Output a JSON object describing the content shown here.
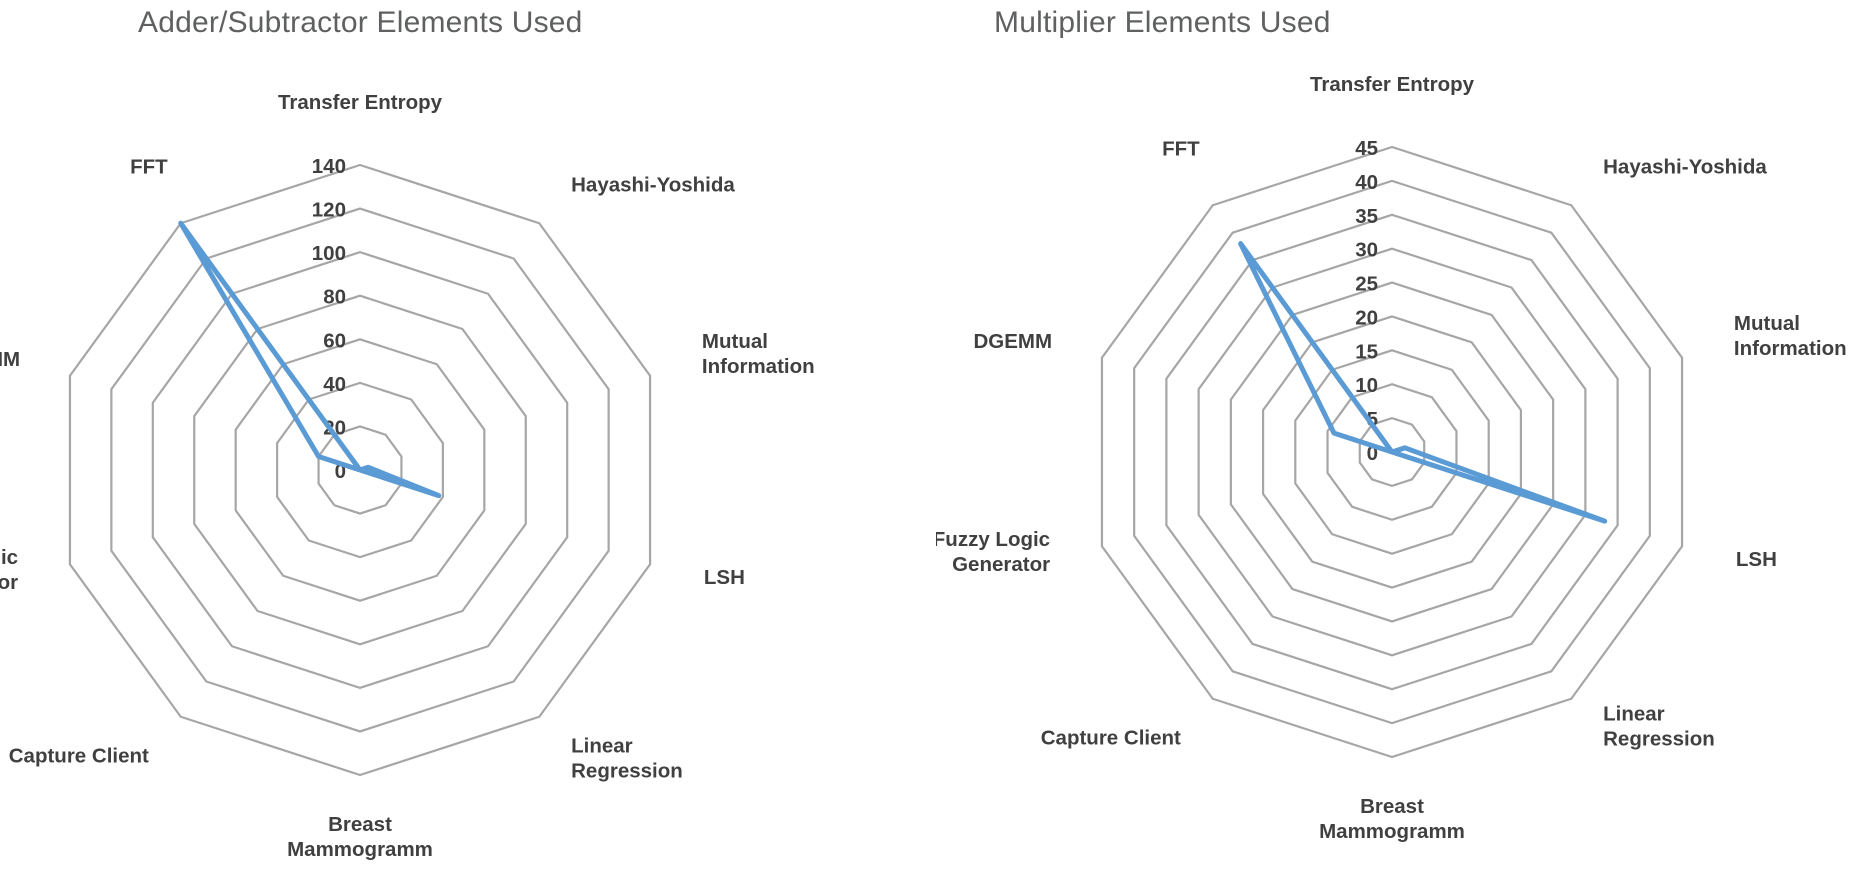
{
  "page": {
    "background": "#ffffff",
    "series_color": "#5b9bd5",
    "grid_color": "#a6a6a6",
    "title_color": "#5f6061",
    "label_color": "#404040"
  },
  "charts": [
    {
      "id": "adder-subtractor",
      "title": "Adder/Subtractor Elements Used",
      "chart_data": {
        "type": "radar",
        "title": "Adder/Subtractor Elements Used",
        "categories": [
          "Transfer Entropy",
          "Hayashi-Yoshida",
          "Mutual Information",
          "LSH",
          "Linear Regression",
          "Breast Mammogramm",
          "Capture Client",
          "Fuzzy Logic Generator",
          "DGEMM",
          "FFT"
        ],
        "values": [
          0,
          0,
          4,
          38,
          0,
          0,
          0,
          0,
          20,
          140
        ],
        "ticks": [
          0,
          20,
          40,
          60,
          80,
          100,
          120,
          140
        ],
        "tick_labels": [
          "0",
          "20",
          "40",
          "60",
          "80",
          "100",
          "120",
          "140"
        ],
        "rlim": [
          0,
          140
        ],
        "grid": true,
        "legend": "none",
        "xlabel": "",
        "ylabel": ""
      }
    },
    {
      "id": "multiplier",
      "title": "Multiplier Elements Used",
      "chart_data": {
        "type": "radar",
        "title": "Multiplier Elements Used",
        "categories": [
          "Transfer Entropy",
          "Hayashi-Yoshida",
          "Mutual Information",
          "LSH",
          "Linear Regression",
          "Breast Mammogramm",
          "Capture Client",
          "Fuzzy Logic Generator",
          "DGEMM",
          "FFT"
        ],
        "values": [
          0,
          0,
          2,
          33,
          0,
          0,
          0,
          0,
          9,
          38
        ],
        "ticks": [
          0,
          5,
          10,
          15,
          20,
          25,
          30,
          35,
          40,
          45
        ],
        "tick_labels": [
          "0",
          "5",
          "10",
          "15",
          "20",
          "25",
          "30",
          "35",
          "40",
          "45"
        ],
        "rlim": [
          0,
          45
        ],
        "grid": true,
        "legend": "none",
        "xlabel": "",
        "ylabel": ""
      }
    }
  ]
}
